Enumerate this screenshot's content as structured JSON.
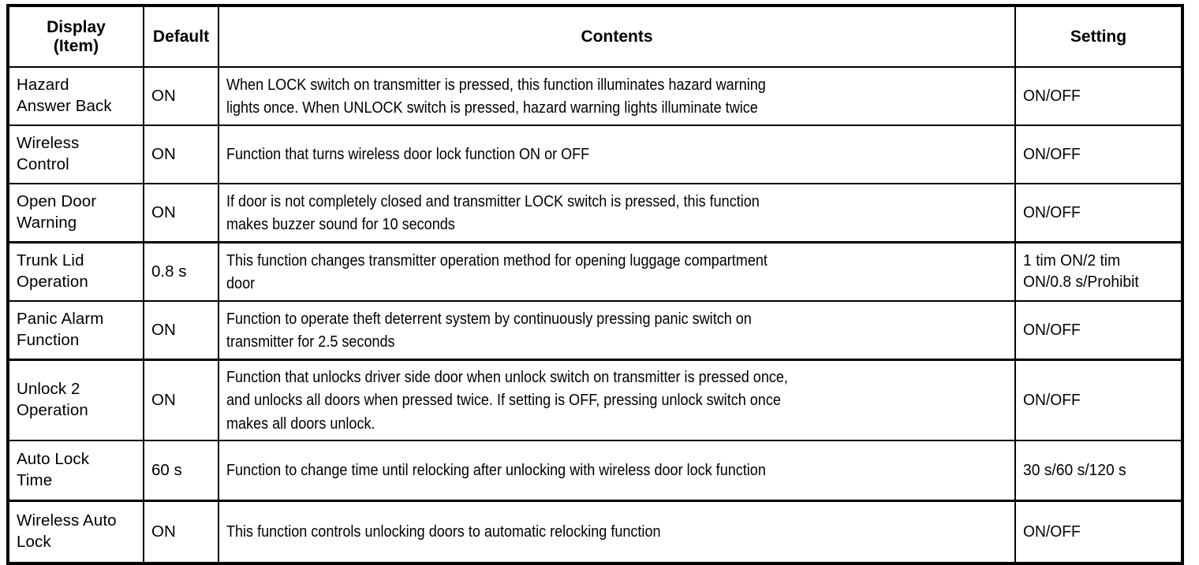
{
  "table": {
    "headers": {
      "item_line1": "Display",
      "item_line2": "(Item)",
      "default": "Default",
      "contents": "Contents",
      "setting": "Setting"
    },
    "rows": [
      {
        "item_line1": "Hazard",
        "item_line2": "Answer Back",
        "default": "ON",
        "contents_line1": "When LOCK switch on transmitter is pressed, this function illuminates hazard warning",
        "contents_line2": "lights once. When UNLOCK switch is pressed, hazard warning lights illuminate twice",
        "contents_line3": "",
        "setting_line1": "ON/OFF",
        "setting_line2": ""
      },
      {
        "item_line1": "Wireless",
        "item_line2": "Control",
        "default": "ON",
        "contents_line1": "Function that turns wireless door lock function ON or OFF",
        "contents_line2": "",
        "contents_line3": "",
        "setting_line1": "ON/OFF",
        "setting_line2": ""
      },
      {
        "item_line1": "Open Door",
        "item_line2": "Warning",
        "default": "ON",
        "contents_line1": "If door is not completely closed and transmitter LOCK switch is pressed, this function",
        "contents_line2": "makes buzzer sound for 10 seconds",
        "contents_line3": "",
        "setting_line1": "ON/OFF",
        "setting_line2": ""
      },
      {
        "item_line1": "Trunk Lid",
        "item_line2": "Operation",
        "default": "0.8 s",
        "contents_line1": "This function changes transmitter operation method for opening luggage compartment",
        "contents_line2": "door",
        "contents_line3": "",
        "setting_line1": "1 tim ON/2 tim",
        "setting_line2": "ON/0.8 s/Prohibit"
      },
      {
        "item_line1": "Panic Alarm",
        "item_line2": "Function",
        "default": "ON",
        "contents_line1": "Function to operate theft deterrent system by continuously pressing panic switch on",
        "contents_line2": "transmitter for 2.5 seconds",
        "contents_line3": "",
        "setting_line1": "ON/OFF",
        "setting_line2": ""
      },
      {
        "item_line1": "Unlock 2",
        "item_line2": "Operation",
        "default": "ON",
        "contents_line1": "Function that unlocks driver side door when unlock switch on transmitter is pressed once,",
        "contents_line2": "and unlocks all doors when pressed twice. If setting is OFF, pressing unlock switch once",
        "contents_line3": "makes all doors unlock.",
        "setting_line1": "ON/OFF",
        "setting_line2": ""
      },
      {
        "item_line1": "Auto Lock",
        "item_line2": "Time",
        "default": "60 s",
        "contents_line1": "Function to change time until relocking after unlocking with wireless door lock function",
        "contents_line2": "",
        "contents_line3": "",
        "setting_line1": "30 s/60 s/120 s",
        "setting_line2": ""
      },
      {
        "item_line1": "Wireless Auto",
        "item_line2": "Lock",
        "default": "ON",
        "contents_line1": "This function controls unlocking doors to automatic relocking function",
        "contents_line2": "",
        "contents_line3": "",
        "setting_line1": "ON/OFF",
        "setting_line2": ""
      }
    ]
  }
}
